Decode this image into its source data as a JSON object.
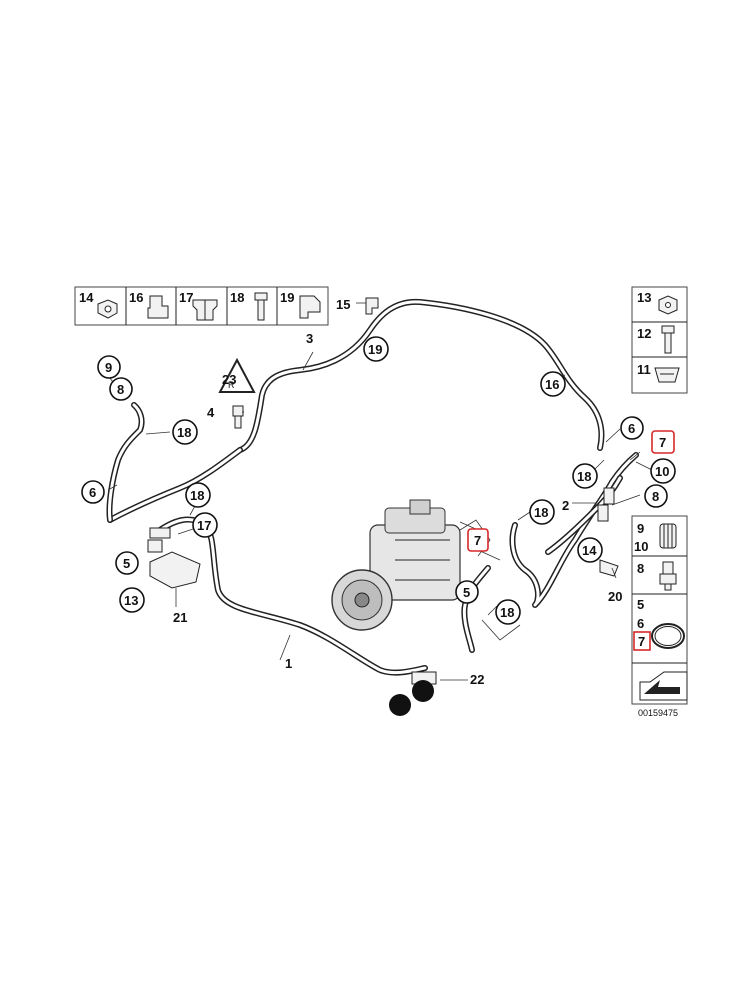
{
  "diagram": {
    "part_code": "00159475",
    "callouts": {
      "c1": "1",
      "c2": "2",
      "c3": "3",
      "c4": "4",
      "c5a": "5",
      "c5b": "5",
      "c6a": "6",
      "c6b": "6",
      "c7a": "7",
      "c7b": "7",
      "c8a": "8",
      "c8b": "8",
      "c9": "9",
      "c10": "10",
      "c13": "13",
      "c14": "14",
      "c15": "15",
      "c16": "16",
      "c17": "17",
      "c18a": "18",
      "c18b": "18",
      "c18c": "18",
      "c18d": "18",
      "c18e": "18",
      "c19": "19",
      "c20": "20",
      "c21": "21",
      "c22": "22",
      "c23": "23"
    },
    "top_strip": [
      "14",
      "16",
      "17",
      "18",
      "19"
    ],
    "right_column": {
      "r13": "13",
      "r12": "12",
      "r11": "11",
      "r9": "9",
      "r10": "10",
      "r8": "8",
      "r5": "5",
      "r6": "6",
      "r7": "7"
    },
    "colors": {
      "highlight": "#d62828",
      "line": "#222222"
    }
  }
}
